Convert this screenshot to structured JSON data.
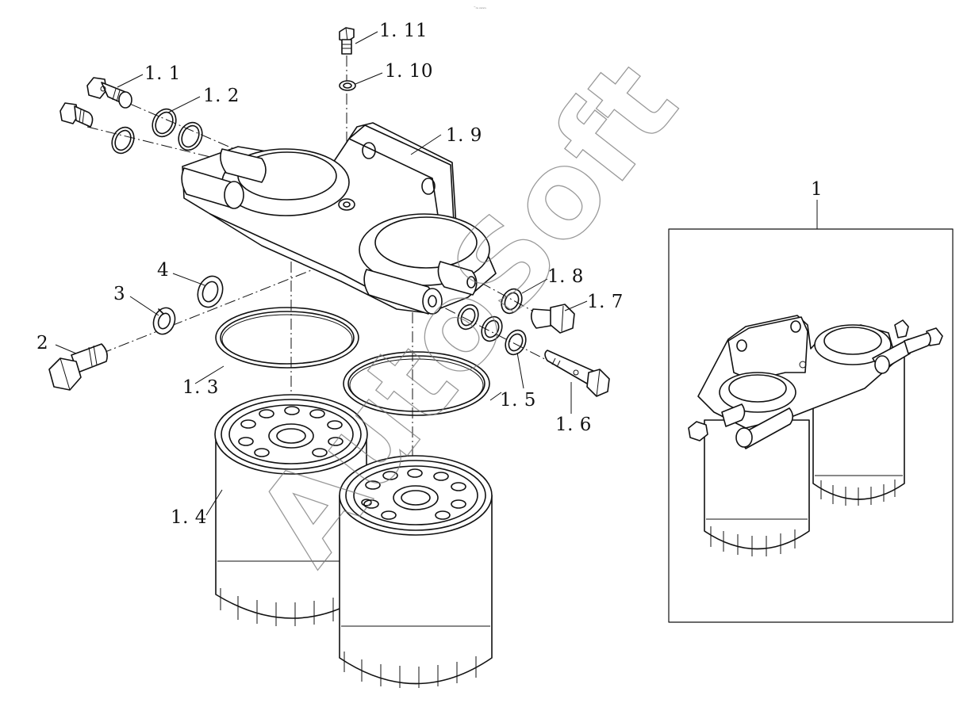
{
  "header_note": "⁻ₘ ₙₘₘ",
  "watermark": "AutoSoft",
  "callouts": {
    "l1": "1",
    "l1_1": "1. 1",
    "l1_2": "1. 2",
    "l1_3": "1. 3",
    "l1_4": "1. 4",
    "l1_5": "1. 5",
    "l1_6": "1. 6",
    "l1_7": "1. 7",
    "l1_8": "1. 8",
    "l1_9": "1. 9",
    "l1_10": "1. 10",
    "l1_11": "1. 11",
    "l2": "2",
    "l3": "3",
    "l4": "4"
  },
  "colors": {
    "line": "#111111",
    "background": "#ffffff",
    "watermark": "#777777"
  }
}
